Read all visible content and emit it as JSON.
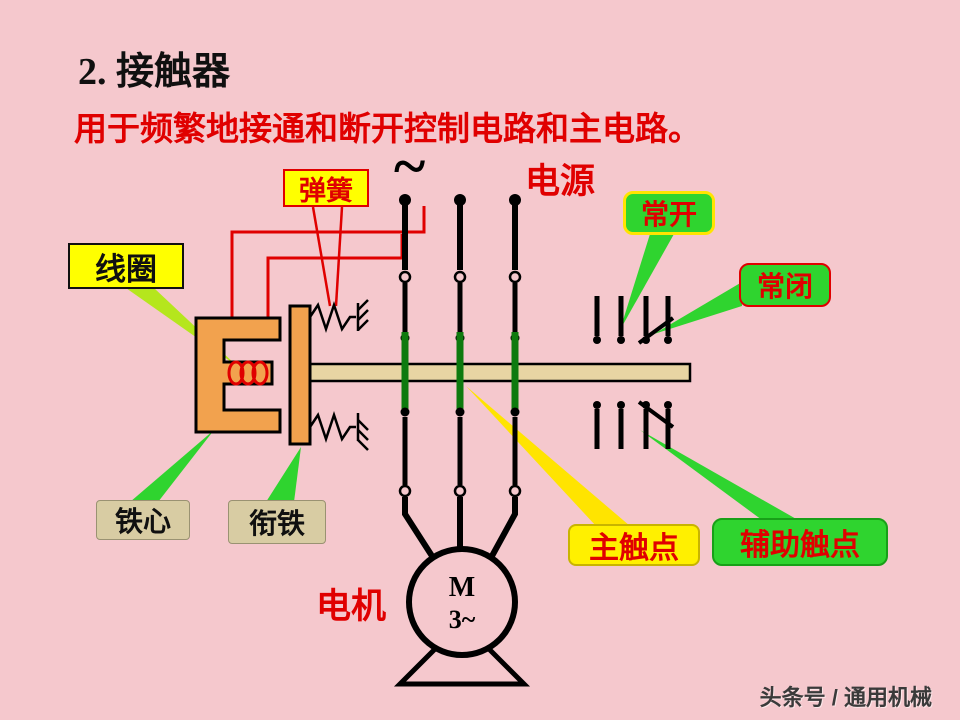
{
  "slide": {
    "title": "2. 接触器",
    "subtitle": "用于频繁地接通和断开控制电路和主电路。",
    "watermark": "头条号 / 通用机械"
  },
  "labels": {
    "spring": "弹簧",
    "ac_symbol": "~",
    "power": "电源",
    "normally_open": "常开",
    "normally_closed": "常闭",
    "coil": "线圈",
    "iron_core": "铁心",
    "armature": "衔铁",
    "main_contact": "主触点",
    "aux_contact": "辅助触点",
    "motor": "电机",
    "motor_m": "M",
    "motor_phase": "3~"
  },
  "colors": {
    "background": "#F5C8CD",
    "accent_red": "#E00000",
    "label_yellow": "#FFFF00",
    "label_green": "#2FD42F",
    "label_tan": "#D8CCA3",
    "core_orange": "#F2A24E",
    "shaft_tan": "#E8D5A3",
    "contact_green": "#0E7A0E",
    "leader_chartreuse": "#B5E61D"
  }
}
